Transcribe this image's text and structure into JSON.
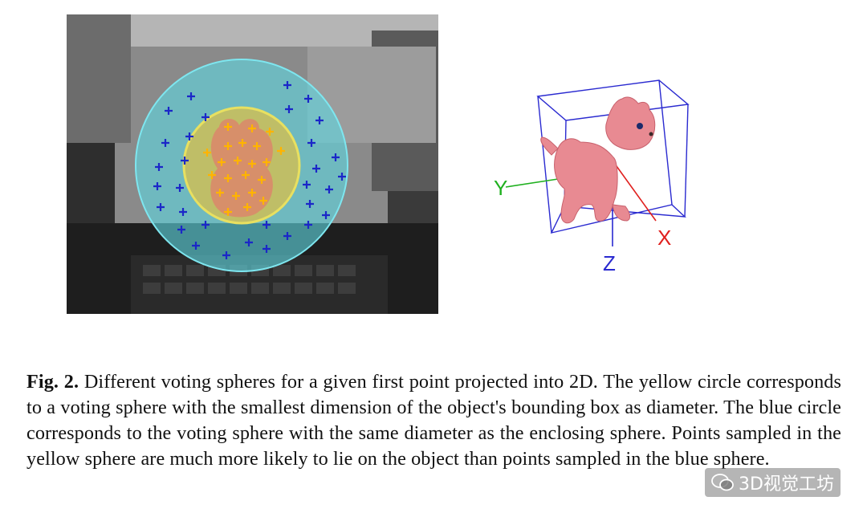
{
  "figure": {
    "label": "Fig. 2.",
    "caption": "Different voting spheres for a given first point projected into 2D. The yellow circle corresponds to a voting sphere with the smallest dimension of the object's bounding box as diameter. The blue circle corresponds to the voting sphere with the same diameter as the enclosing sphere. Points sampled in the yellow sphere are much more likely to lie on the object than points sampled in the blue sphere."
  },
  "axes": {
    "x": "X",
    "y": "Y",
    "z": "Z"
  },
  "colors": {
    "outer_circle": "#5fd6e0",
    "inner_circle": "#e6c94a",
    "blue_marker": "#1b27c8",
    "yellow_marker": "#ffb400",
    "axis_x": "#e0201e",
    "axis_y": "#1fb01f",
    "axis_z": "#2a2ad0",
    "bbox": "#2a2ad0"
  },
  "watermark": {
    "text": "3D视觉工坊"
  }
}
